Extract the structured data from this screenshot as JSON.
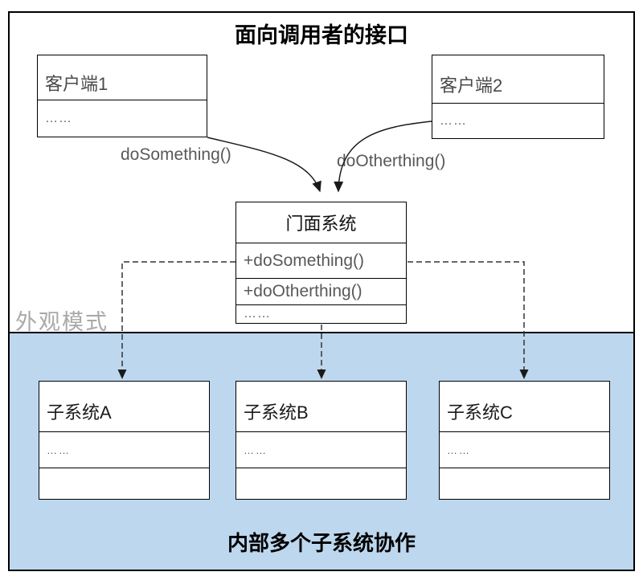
{
  "colors": {
    "section_bg_blue": "#BDD7EE",
    "label_gray": "#595959",
    "watermark_gray": "#A9A9A9",
    "line_black": "#000000"
  },
  "top": {
    "title": "面向调用者的接口",
    "client1": {
      "title": "客户端1",
      "body": "……"
    },
    "client2": {
      "title": "客户端2",
      "body": "……"
    },
    "call1_label": "doSomething()",
    "call2_label": "doOtherthing()",
    "facade": {
      "title": "门面系统",
      "method1": "+doSomething()",
      "method2": "+doOtherthing()",
      "body": "……"
    },
    "watermark": "外观模式"
  },
  "bottom": {
    "title": "内部多个子系统协作",
    "subsystems": [
      {
        "title": "子系统A",
        "body": "……"
      },
      {
        "title": "子系统B",
        "body": "……"
      },
      {
        "title": "子系统C",
        "body": "……"
      }
    ]
  }
}
